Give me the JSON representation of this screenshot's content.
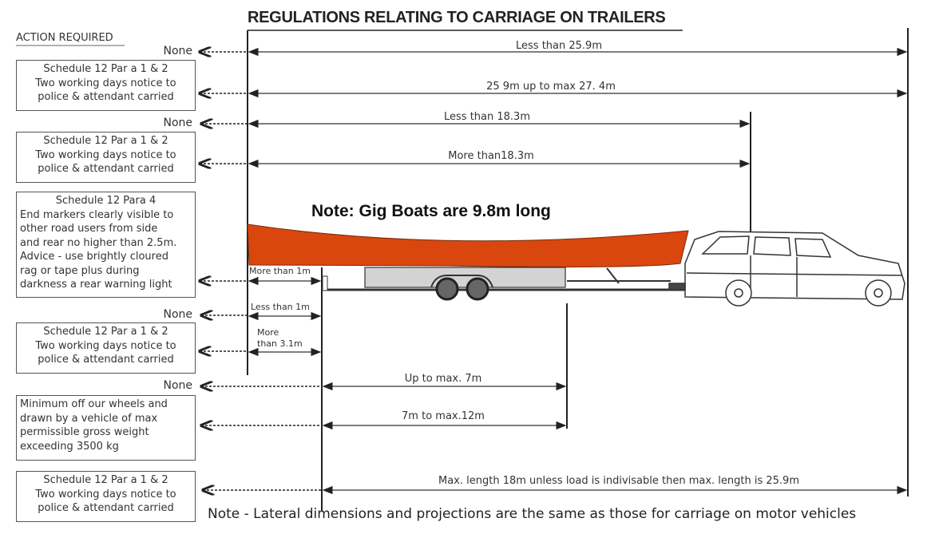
{
  "title": "REGULATIONS RELATING TO CARRIAGE ON TRAILERS",
  "action_header": "ACTION REQUIRED",
  "gig_note": "Note: Gig Boats are 9.8m long",
  "bottom_note": "Note - Lateral dimensions and projections are the same as those for carriage on motor vehicles",
  "actions": [
    {
      "lines": [
        "None"
      ]
    },
    {
      "lines": [
        "Schedule 12 Par   a 1 & 2",
        "Two working days notice to",
        "police & attendant carried"
      ]
    },
    {
      "lines": [
        "None"
      ]
    },
    {
      "lines": [
        "Schedule 12 Par   a 1 & 2",
        "Two working days notice to",
        "police & attendant carried"
      ]
    },
    {
      "lines": [
        "Schedule 12 Para 4",
        "End markers clearly visible to",
        "other road users from side",
        "and rear no higher than 2.5m.",
        "Advice - use brightly cloured",
        "rag or tape plus during",
        "darkness a rear warning light"
      ]
    },
    {
      "lines": [
        "None"
      ]
    },
    {
      "lines": [
        "Schedule 12 Par   a 1 & 2",
        "Two working days notice to",
        "police & attendant carried"
      ]
    },
    {
      "lines": [
        "None"
      ]
    },
    {
      "lines": [
        "Minimum off our wheels and",
        "drawn by a vehicle of max",
        "permissible gross weight",
        "exceeding 3500 kg"
      ]
    },
    {
      "lines": [
        "Schedule 12 Par   a 1 & 2",
        "Two working days notice to",
        "police & attendant carried"
      ]
    }
  ],
  "dimensions": [
    "Less than 25.9m",
    "25 9m up to max 27. 4m",
    "Less than 18.3m",
    "More than18.3m",
    "More than 1m",
    "Less than 1m",
    "More",
    "than 3.1m",
    "Up to max.  7m",
    "7m to max.12m",
    "Max. length 18m unless load is indivisable then max. length is 25.9m"
  ],
  "colors": {
    "boat": "#d9470f",
    "trailer": "#d3d3d3"
  }
}
